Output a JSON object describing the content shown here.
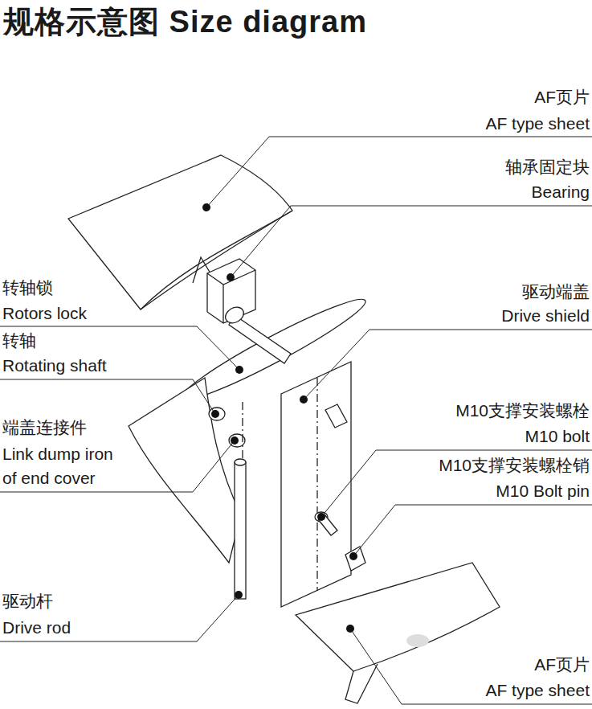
{
  "diagram": {
    "title": "规格示意图 Size diagram",
    "labels": [
      "AF页片",
      "AF type sheet",
      "轴承固定块",
      "Bearing",
      "转轴锁",
      "Rotors lock",
      "驱动端盖",
      "Drive shield",
      "转轴",
      "Rotating shaft",
      "M10支撑安装螺栓",
      "M10 bolt",
      "端盖连接件",
      "Link dump iron of end cover",
      "M10支撑安装螺栓销",
      "M10 Bolt pin",
      "驱动杆",
      "Drive rod",
      "AF页片",
      "AF type sheet"
    ]
  }
}
